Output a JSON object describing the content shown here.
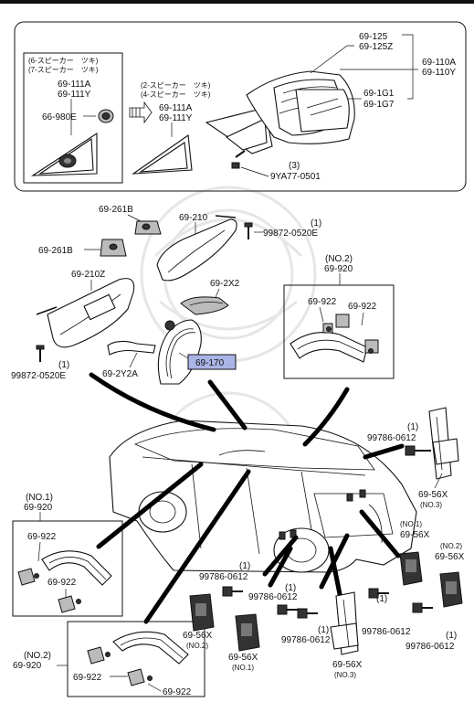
{
  "top_group": {
    "speaker_notes": [
      "(6-スピーカー　ツキ)",
      "(7-スピーカー　ツキ)"
    ],
    "speaker_notes_2": [
      "(2-スピーカー　ツキ)",
      "(4-スピーカー　ツキ)"
    ],
    "left_mirror_codes": [
      "69-111A",
      "69-111Y"
    ],
    "cover_code": "66-980E",
    "mid_mirror_codes": [
      "69-111A",
      "69-111Y"
    ],
    "glass_codes": [
      "69-125",
      "69-125Z"
    ],
    "mirror_body_codes": [
      "69-110A",
      "69-110Y"
    ],
    "mirror_glass_codes": [
      "69-1G1",
      "69-1G7"
    ],
    "bolt_qty": "(3)",
    "bolt_code": "9YA77-0501"
  },
  "visor_group": {
    "clip_code_a": "69-261B",
    "clip_code_b": "69-261B",
    "visor_r_code": "69-210",
    "screw_r_qty": "(1)",
    "screw_r_code": "99872-0520E",
    "visor_l_code": "69-210Z",
    "screw_l_code": "99872-0520E",
    "screw_l_qty": "(1)",
    "cover_x2": "69-2X2",
    "cover_y2a": "69-2Y2A",
    "mirror_code": "69-170"
  },
  "grip_no2_top": {
    "tag": "(NO.2)",
    "code": "69-920",
    "cap_a": "69-922",
    "cap_b": "69-922"
  },
  "grip_no1": {
    "tag": "(NO.1)",
    "code": "69-920",
    "cap_a": "69-922",
    "cap_b": "69-922"
  },
  "grip_no2_bottom": {
    "tag": "(NO.2)",
    "code": "69-920",
    "cap_a": "69-922",
    "cap_b": "69-922"
  },
  "hooks": {
    "r_top_qty": "(1)",
    "r_top_bolt": "99786-0612",
    "r_top_hook": "69-56X",
    "r_top_tag": "(NO.3)",
    "no1_tag": "(NO.1)",
    "no1_code": "69-56X",
    "no2_tag": "(NO.2)",
    "no2_code": "69-56X",
    "bolt_mid_qty": "(1)",
    "bolt_mid_code": "99786-0612",
    "bolt_mid2_qty": "(1)",
    "bolt_mid2_code": "99786-0612",
    "bolt_low_qty": "(1)",
    "bolt_low_code": "99786-0612",
    "bolt_right_qty": "(1)",
    "bolt_right_code": "99786-0612",
    "bolt_far_qty": "(1)",
    "bolt_far_code": "99786-0612",
    "hook_no2_code": "69-56X",
    "hook_no2_tag": "(NO.2)",
    "hook_no1_code": "69-56X",
    "hook_no1_tag": "(NO.1)",
    "hook_no3_code": "69-56X",
    "hook_no3_tag": "(NO.3)"
  }
}
